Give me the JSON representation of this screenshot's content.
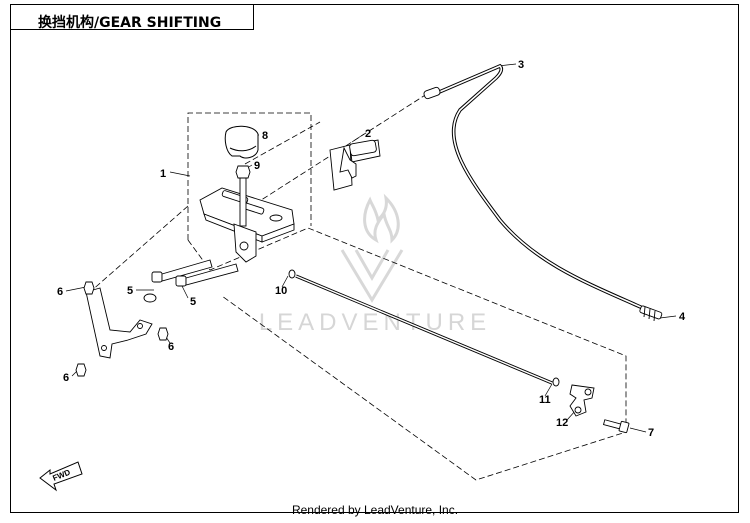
{
  "title": "换挡机构/GEAR SHIFTING",
  "footer": "Rendered by LeadVenture, Inc.",
  "watermark": "LEADVENTURE",
  "fwd_label": "FWD",
  "callouts": [
    {
      "id": "1",
      "label": "1"
    },
    {
      "id": "2",
      "label": "2"
    },
    {
      "id": "3",
      "label": "3"
    },
    {
      "id": "4",
      "label": "4"
    },
    {
      "id": "5a",
      "label": "5"
    },
    {
      "id": "5b",
      "label": "5"
    },
    {
      "id": "6a",
      "label": "6"
    },
    {
      "id": "6b",
      "label": "6"
    },
    {
      "id": "6c",
      "label": "6"
    },
    {
      "id": "7",
      "label": "7"
    },
    {
      "id": "8",
      "label": "8"
    },
    {
      "id": "9",
      "label": "9"
    },
    {
      "id": "10",
      "label": "10"
    },
    {
      "id": "11",
      "label": "11"
    },
    {
      "id": "12",
      "label": "12"
    }
  ]
}
